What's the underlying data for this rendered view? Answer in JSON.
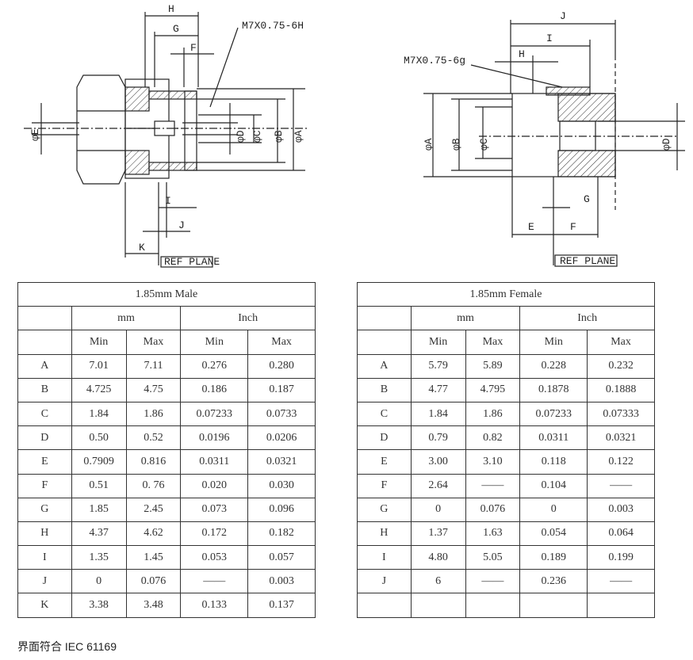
{
  "male_drawing": {
    "labels": {
      "H": "H",
      "G": "G",
      "F": "F",
      "thread": "M7X0.75-6H",
      "E": "φE",
      "D": "φD",
      "C": "φC",
      "B": "φB",
      "A": "φA",
      "I": "I",
      "J": "J",
      "K": "K",
      "ref": "REF PLANE"
    }
  },
  "female_drawing": {
    "labels": {
      "J": "J",
      "I": "I",
      "H": "H",
      "thread": "M7X0.75-6g",
      "A": "φA",
      "B": "φB",
      "C": "φC",
      "D": "φD",
      "G": "G",
      "E": "E",
      "F": "F",
      "ref": "REF PLANE"
    }
  },
  "male_table": {
    "title": "1.85mm Male",
    "groups": [
      "mm",
      "Inch"
    ],
    "subheaders": [
      "Min",
      "Max",
      "Min",
      "Max"
    ],
    "rows": [
      [
        "A",
        "7.01",
        "7.11",
        "0.276",
        "0.280"
      ],
      [
        "B",
        "4.725",
        "4.75",
        "0.186",
        "0.187"
      ],
      [
        "C",
        "1.84",
        "1.86",
        "0.07233",
        "0.0733"
      ],
      [
        "D",
        "0.50",
        "0.52",
        "0.0196",
        "0.0206"
      ],
      [
        "E",
        "0.7909",
        "0.816",
        "0.0311",
        "0.0321"
      ],
      [
        "F",
        "0.51",
        "0. 76",
        "0.020",
        "0.030"
      ],
      [
        "G",
        "1.85",
        "2.45",
        "0.073",
        "0.096"
      ],
      [
        "H",
        "4.37",
        "4.62",
        "0.172",
        "0.182"
      ],
      [
        "I",
        "1.35",
        "1.45",
        "0.053",
        "0.057"
      ],
      [
        "J",
        "0",
        "0.076",
        "——",
        "0.003"
      ],
      [
        "K",
        "3.38",
        "3.48",
        "0.133",
        "0.137"
      ]
    ]
  },
  "female_table": {
    "title": "1.85mm Female",
    "groups": [
      "mm",
      "Inch"
    ],
    "subheaders": [
      "Min",
      "Max",
      "Min",
      "Max"
    ],
    "rows": [
      [
        "A",
        "5.79",
        "5.89",
        "0.228",
        "0.232"
      ],
      [
        "B",
        "4.77",
        "4.795",
        "0.1878",
        "0.1888"
      ],
      [
        "C",
        "1.84",
        "1.86",
        "0.07233",
        "0.07333"
      ],
      [
        "D",
        "0.79",
        "0.82",
        "0.0311",
        "0.0321"
      ],
      [
        "E",
        "3.00",
        "3.10",
        "0.118",
        "0.122"
      ],
      [
        "F",
        "2.64",
        "——",
        "0.104",
        "——"
      ],
      [
        "G",
        "0",
        "0.076",
        "0",
        "0.003"
      ],
      [
        "H",
        "1.37",
        "1.63",
        "0.054",
        "0.064"
      ],
      [
        "I",
        "4.80",
        "5.05",
        "0.189",
        "0.199"
      ],
      [
        "J",
        "6",
        "——",
        "0.236",
        "——"
      ],
      [
        "",
        "",
        "",
        "",
        ""
      ]
    ]
  },
  "caption": "界面符合  IEC 61169"
}
